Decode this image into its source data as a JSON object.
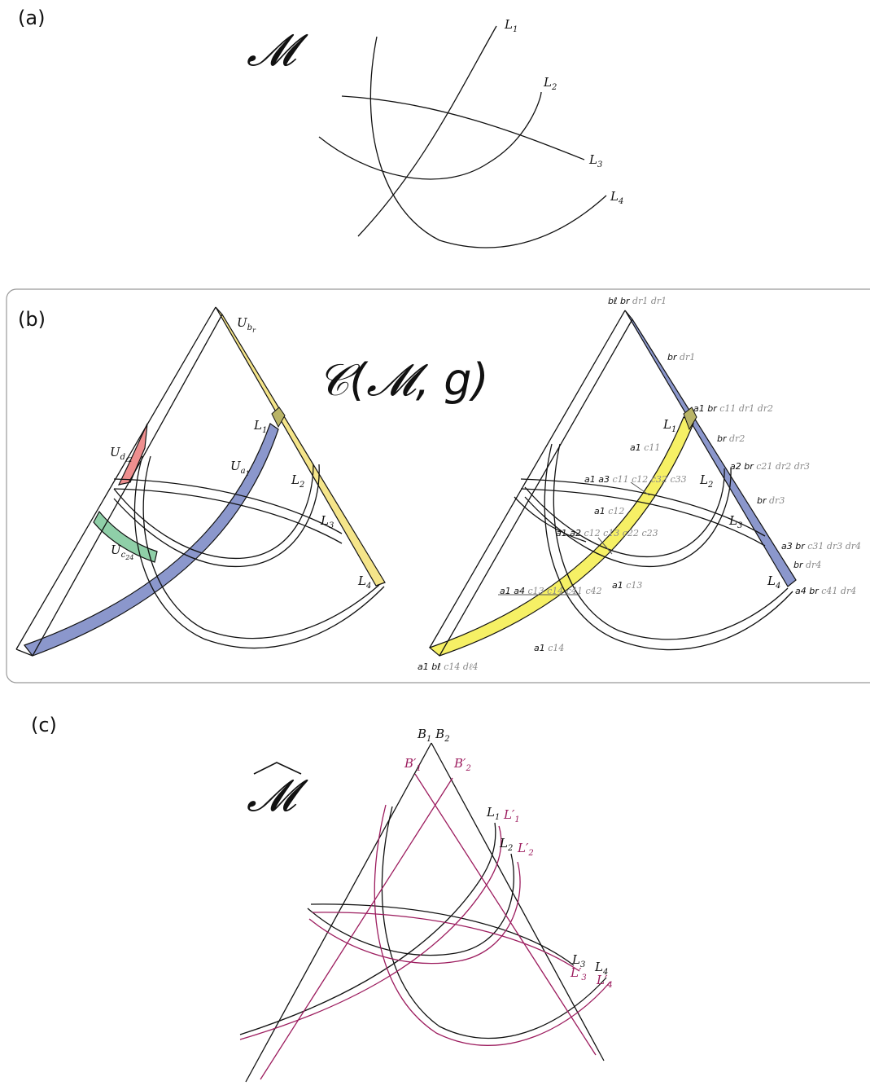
{
  "panel_a": {
    "tag": "(a)",
    "manifold": "𝓜",
    "lines": [
      "L1",
      "L2",
      "L3",
      "L4"
    ]
  },
  "panel_b": {
    "tag": "(b)",
    "title": "𝒞(𝓜, g)",
    "left": {
      "L1": "L1",
      "L2": "L2",
      "L3": "L3",
      "L4": "L4",
      "U_br": "Ubr",
      "U_dl2": "Udℓ2",
      "U_a1": "Ua1",
      "U_c24": "Uc24"
    },
    "right": {
      "L1": "L1",
      "L2": "L2",
      "L3": "L3",
      "L4": "L4",
      "top": {
        "k": "bℓ br",
        "g": "dr1 dr1"
      },
      "br_dr1": {
        "k": "br",
        "g": "dr1"
      },
      "a1_row": {
        "k": "a1 br",
        "g": "c11 dr1 dr2"
      },
      "br_dr2": {
        "k": "br",
        "g": "dr2"
      },
      "a2_row": {
        "k": "a2 br",
        "g": "c21 dr2 dr3"
      },
      "br_dr3": {
        "k": "br",
        "g": "dr3"
      },
      "a3_row": {
        "k": "a3 br",
        "g": "c31 dr3 dr4"
      },
      "br_dr4": {
        "k": "br",
        "g": "dr4"
      },
      "a4_row": {
        "k": "a4 br",
        "g": "c41 dr4"
      },
      "a1c11": {
        "k": "a1",
        "g": "c11"
      },
      "a1a3": {
        "k": "a1 a3",
        "g": "c11 c12 c32 c33"
      },
      "a1c12": {
        "k": "a1",
        "g": "c12"
      },
      "a1a2": {
        "k": "a1 a2",
        "g": "c12 c13 c22 c23"
      },
      "a1a4": {
        "k": "a1 a4",
        "g": "c13 c14 c41 c42"
      },
      "a1c13": {
        "k": "a1",
        "g": "c13"
      },
      "a1c14": {
        "k": "a1",
        "g": "c14"
      },
      "bottom": {
        "k": "a1 bℓ",
        "g": "c14 dℓ4"
      }
    },
    "colors": {
      "yellow": "#f5e58a",
      "blue": "#8b97cc",
      "red": "#ee8f8f",
      "green": "#8fcfa8",
      "bright_yellow": "#f6f065",
      "olive": "#b9b467"
    }
  },
  "panel_c": {
    "tag": "(c)",
    "manifold": "𝓜",
    "B": "B1 B2",
    "Bp1": "B'1",
    "Bp2": "B'2",
    "L1": "L1",
    "L1p": "L'1",
    "L2": "L2",
    "L2p": "L'2",
    "L3": "L3",
    "L3p": "L'3",
    "L4": "L4",
    "L4p": "L'4",
    "colors": {
      "black": "#111111",
      "magenta": "#9c1c5e"
    }
  }
}
